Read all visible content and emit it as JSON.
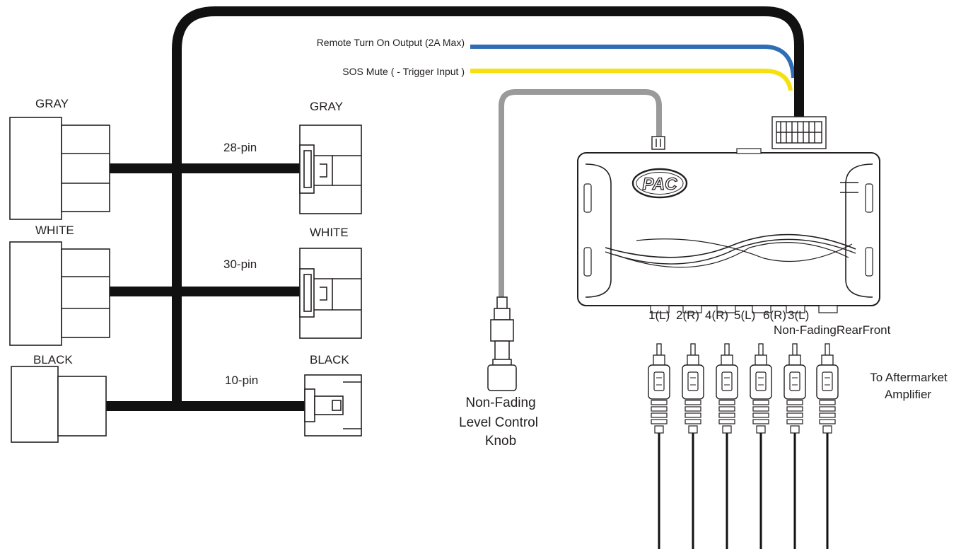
{
  "wires": {
    "blue_label": "Remote Turn On Output (2A Max)",
    "yellow_label": "SOS Mute ( - Trigger Input )",
    "colors": {
      "black": "#111111",
      "blue": "#2f6db5",
      "yellow": "#f5e10f",
      "gray": "#9a9a9a"
    }
  },
  "harness": {
    "left_gray": "GRAY",
    "left_white": "WHITE",
    "left_black": "BLACK",
    "right_gray": "GRAY",
    "right_white": "WHITE",
    "right_black": "BLACK",
    "pins_28": "28-pin",
    "pins_30": "30-pin",
    "pins_10": "10-pin"
  },
  "module": {
    "logo": "PAC",
    "outputs": [
      "1(L)",
      "2(R)",
      "4(R)",
      "5(L)",
      "6(R)",
      "3(L)"
    ],
    "group_label": "Non-FadingRearFront"
  },
  "knob": {
    "line1": "Non-Fading",
    "line2": "Level Control",
    "line3": "Knob"
  },
  "amp": {
    "line1": "To Aftermarket",
    "line2": "Amplifier"
  }
}
